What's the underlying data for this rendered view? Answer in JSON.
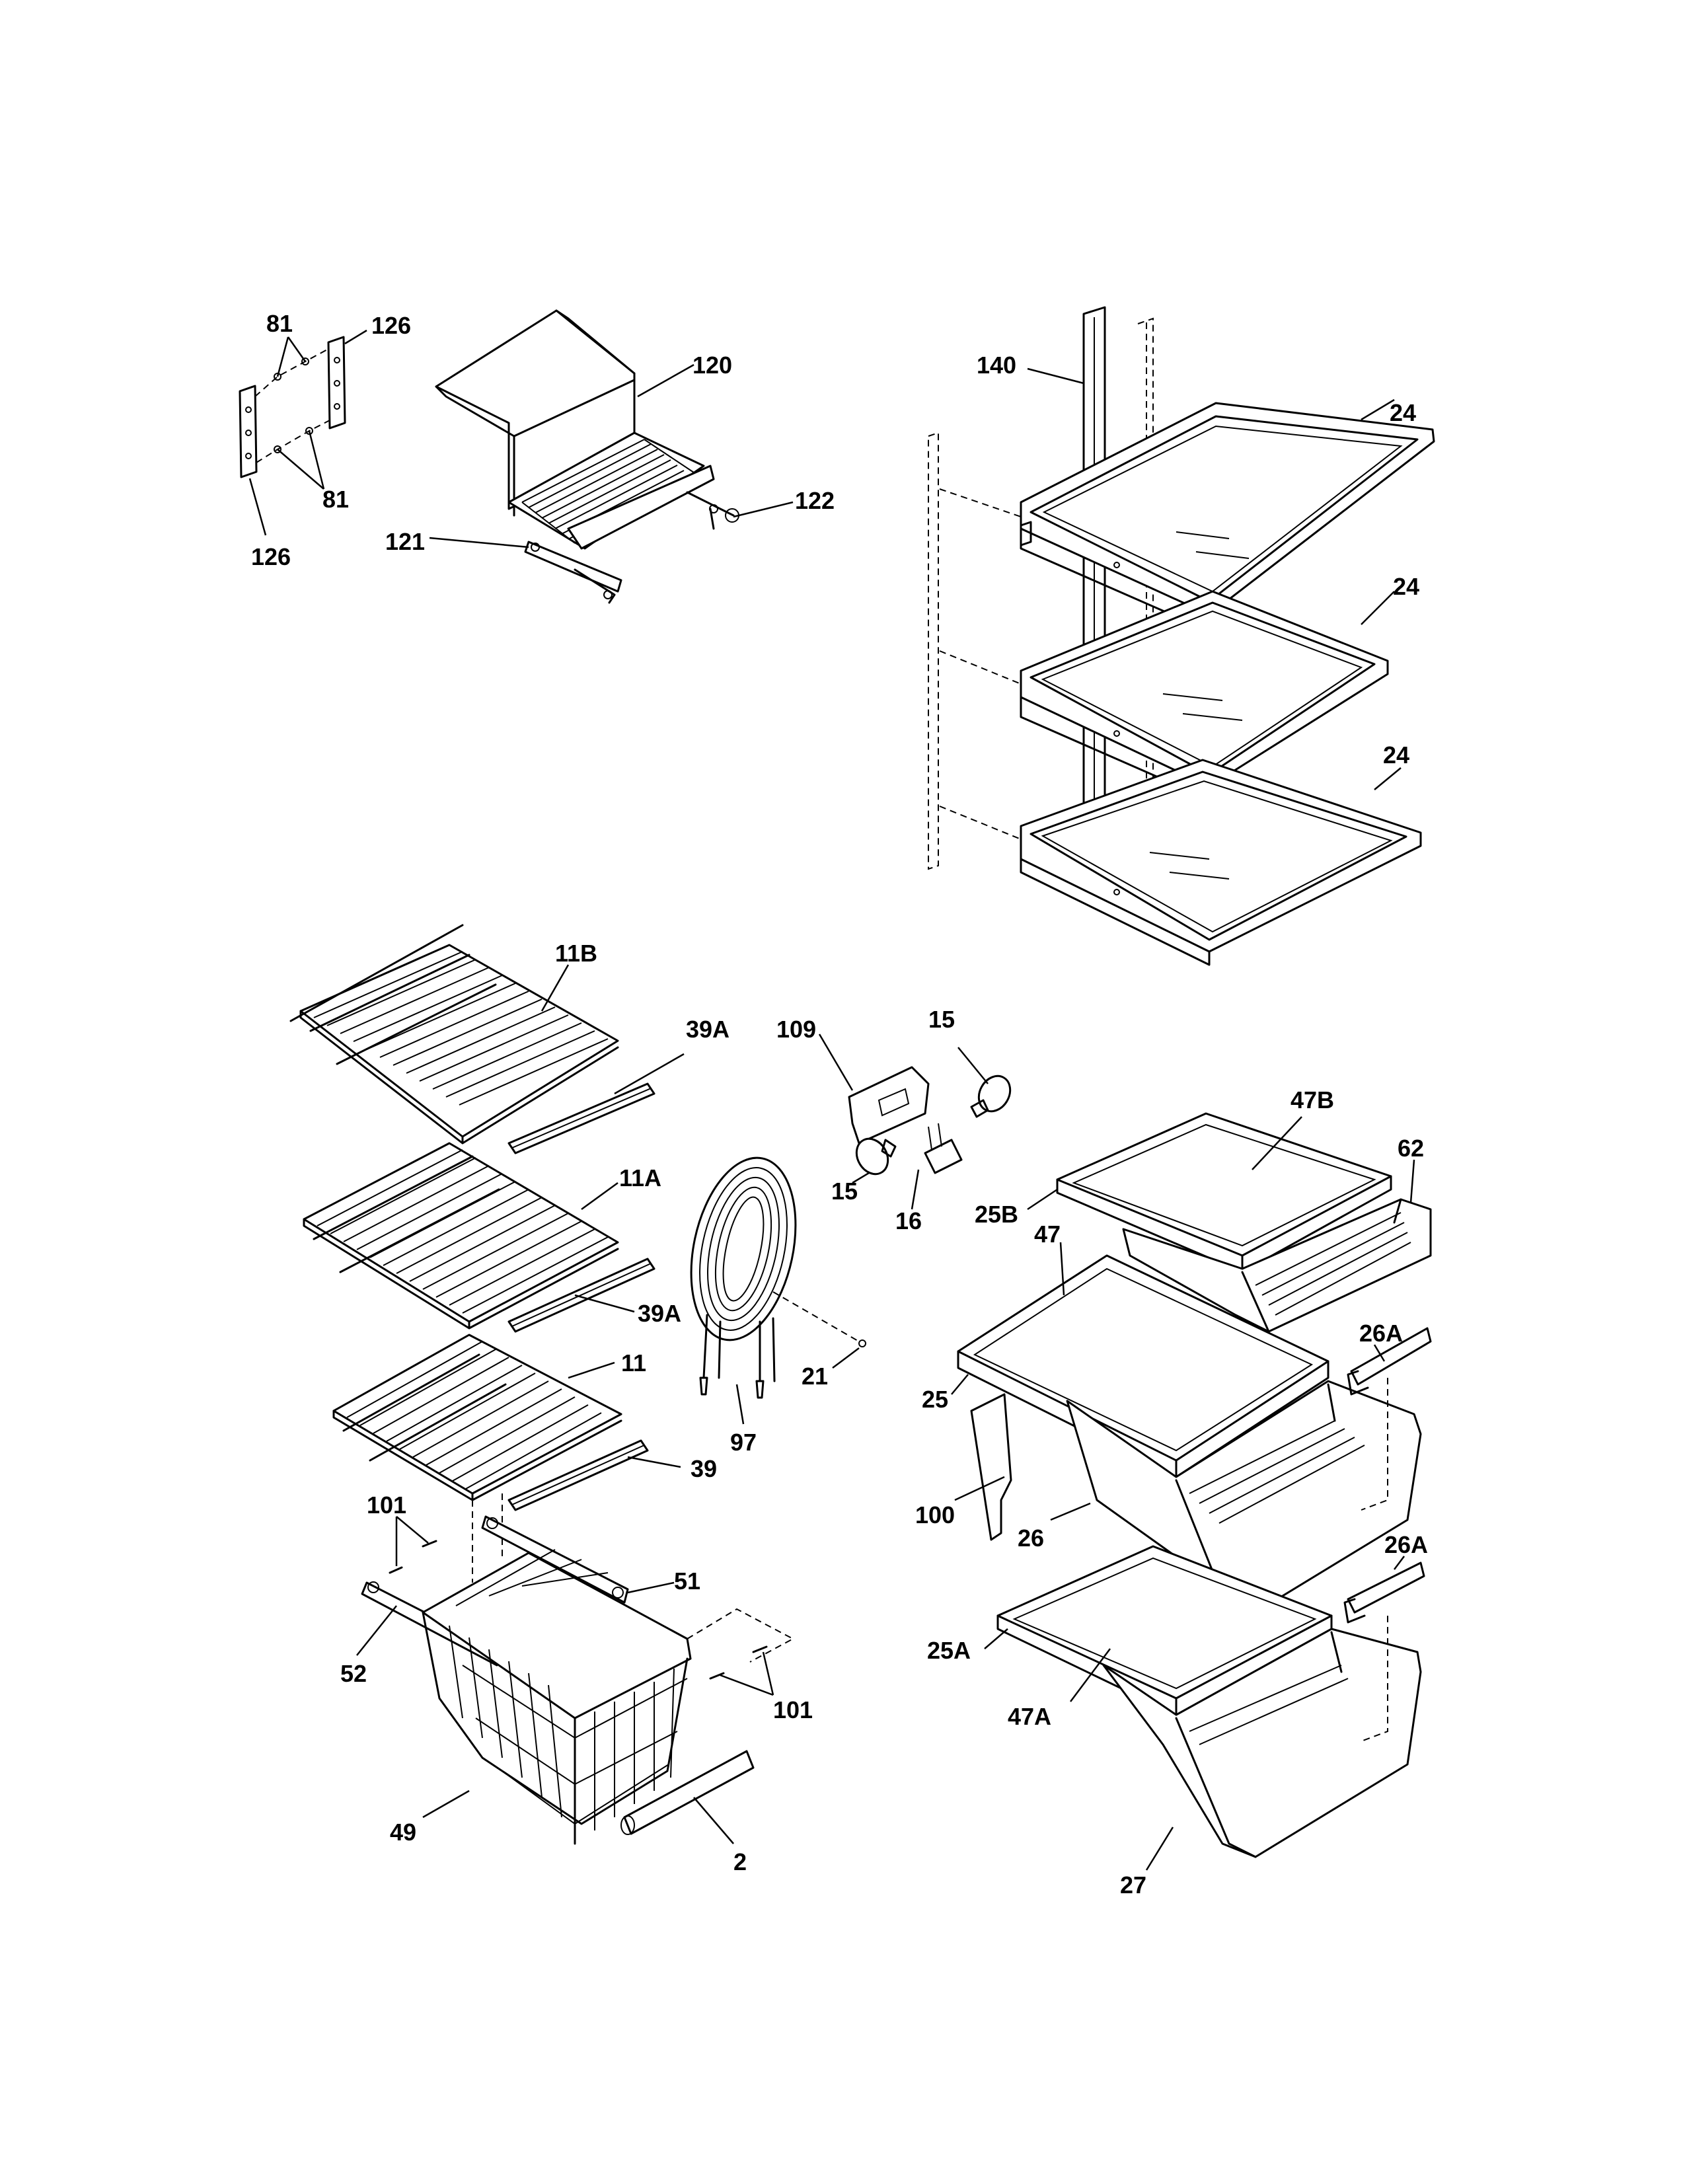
{
  "labels": {
    "l81a": "81",
    "l126a": "126",
    "l81b": "81",
    "l126b": "126",
    "l120": "120",
    "l121": "121",
    "l122": "122",
    "l140": "140",
    "l24a": "24",
    "l24b": "24",
    "l24c": "24",
    "l11b": "11B",
    "l39a1": "39A",
    "l109": "109",
    "l15a": "15",
    "l15b": "15",
    "l16": "16",
    "l47b": "47B",
    "l62": "62",
    "l11a": "11A",
    "l39a2": "39A",
    "l25b": "25B",
    "l47": "47",
    "l97": "97",
    "l21": "21",
    "l26a1": "26A",
    "l11": "11",
    "l25": "25",
    "l39": "39",
    "l100": "100",
    "l101a": "101",
    "l26": "26",
    "l26a2": "26A",
    "l51": "51",
    "l52": "52",
    "l25a": "25A",
    "l101b": "101",
    "l47a": "47A",
    "l49": "49",
    "l2": "2",
    "l27": "27"
  }
}
